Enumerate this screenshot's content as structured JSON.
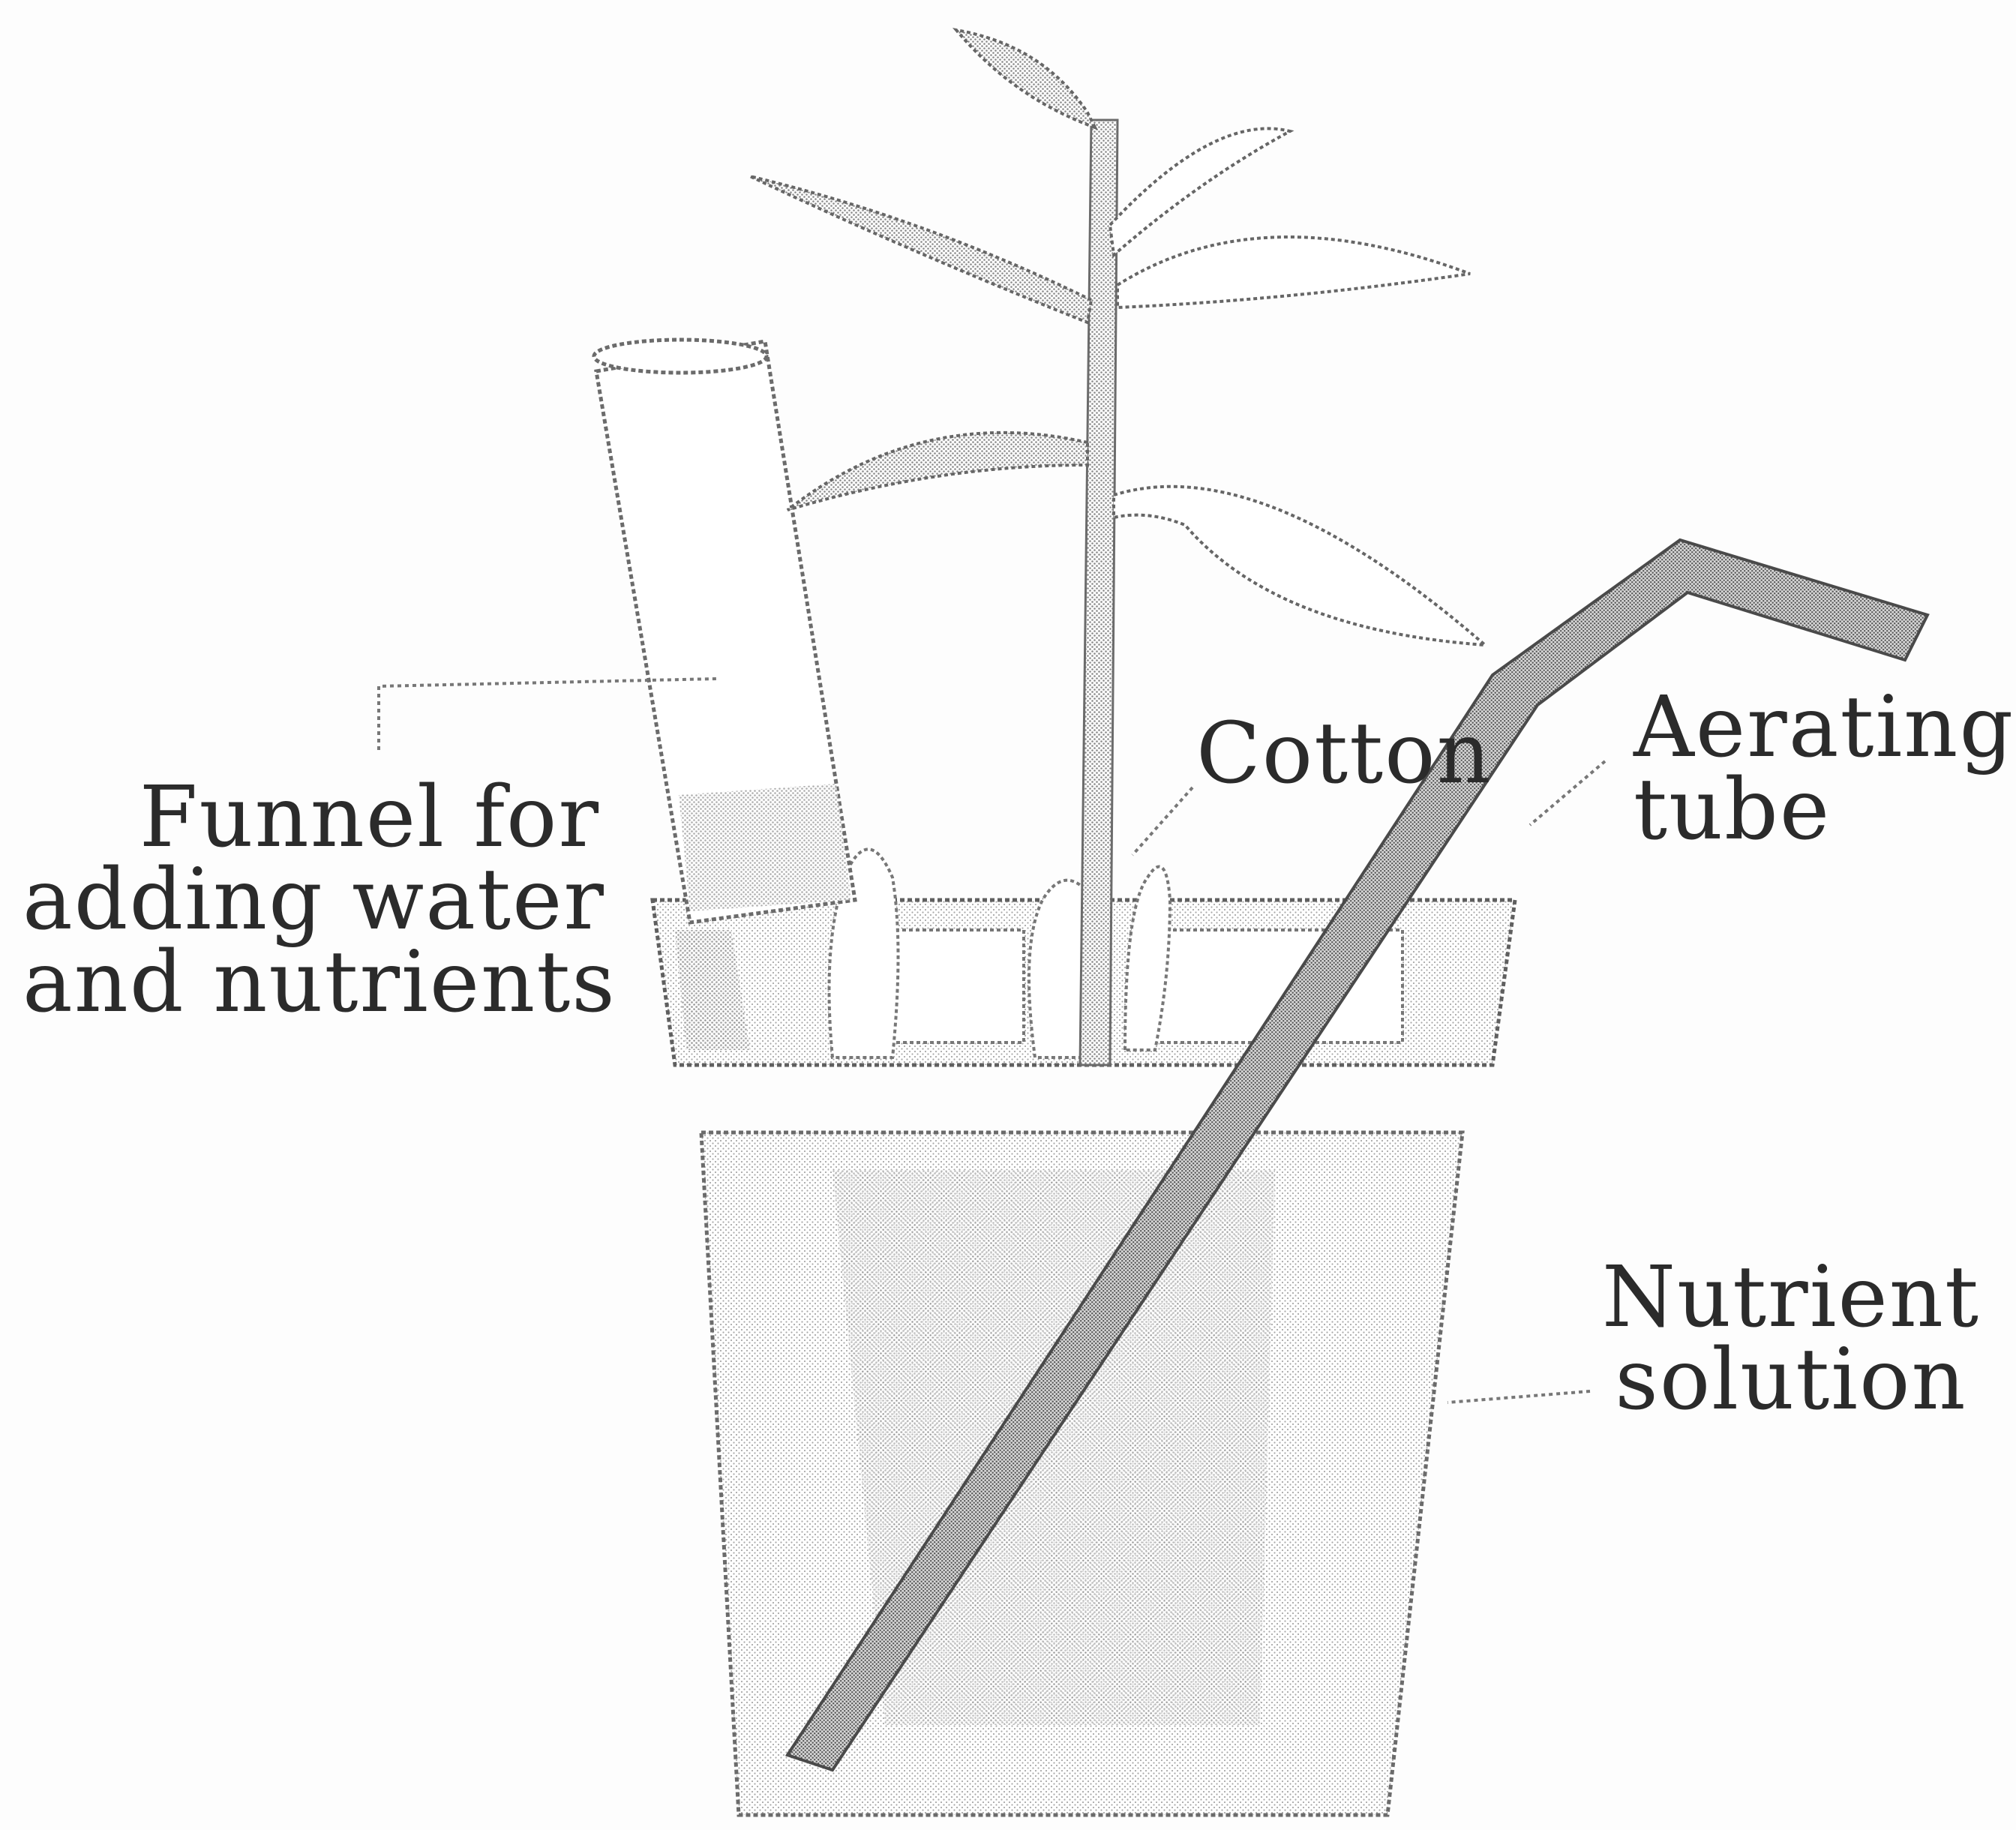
{
  "labels": {
    "funnel": {
      "lines": [
        "Funnel for",
        "adding water",
        "and nutrients"
      ]
    },
    "cotton": {
      "text": "Cotton"
    },
    "aerating_tube": {
      "lines": [
        "Aerating",
        "tube"
      ]
    },
    "nutrient_solution": {
      "lines": [
        "Nutrient",
        "solution"
      ]
    }
  },
  "colors": {
    "ink": "#2b2b2b",
    "stipple_light": "#bdbdbd",
    "stipple_dark": "#8a8a8a",
    "background": "#fdfdfd"
  }
}
